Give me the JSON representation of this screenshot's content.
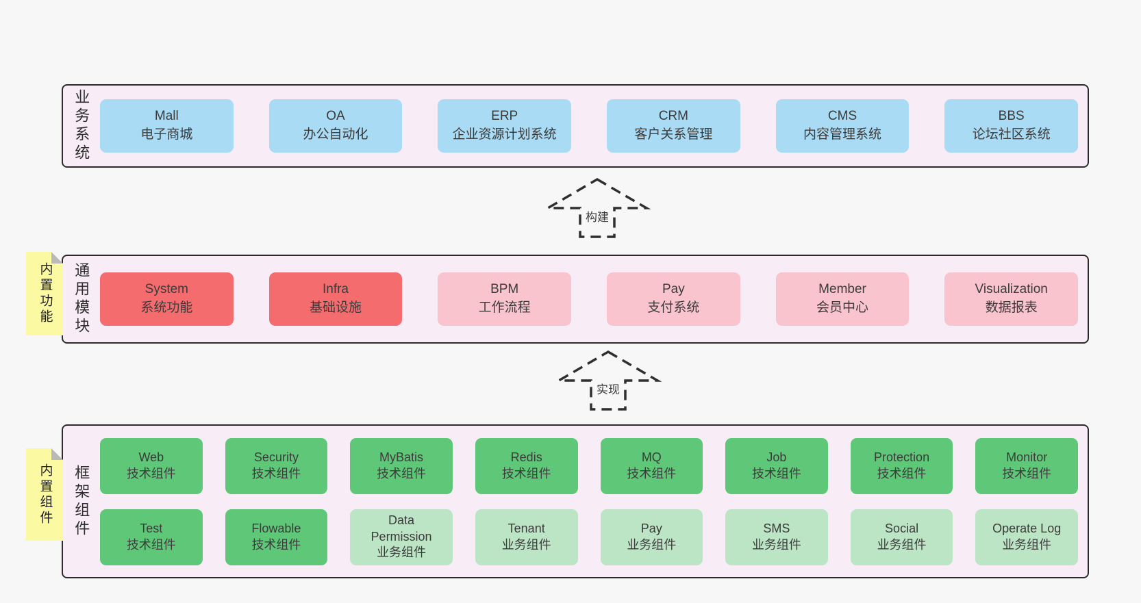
{
  "colors": {
    "page_bg": "#f7f7f7",
    "container_bg": "#f8edf6",
    "container_border": "#2b2b2b",
    "blue": "#a9dbf5",
    "red": "#f56c6f",
    "pink": "#f9c4ce",
    "green": "#5fc878",
    "green_light": "#bce5c5",
    "note_bg": "#fbf9a2",
    "note_fold": "#b9b9b9",
    "text_dark": "#3b3b3b"
  },
  "arrows": [
    {
      "label": "构建"
    },
    {
      "label": "实现"
    }
  ],
  "layers": [
    {
      "label": "业务系统",
      "items": [
        {
          "name": "Mall",
          "desc": "电子商城",
          "variant": "blue"
        },
        {
          "name": "OA",
          "desc": "办公自动化",
          "variant": "blue"
        },
        {
          "name": "ERP",
          "desc": "企业资源计划系统",
          "variant": "blue"
        },
        {
          "name": "CRM",
          "desc": "客户关系管理",
          "variant": "blue"
        },
        {
          "name": "CMS",
          "desc": "内容管理系统",
          "variant": "blue"
        },
        {
          "name": "BBS",
          "desc": "论坛社区系统",
          "variant": "blue"
        }
      ]
    },
    {
      "label": "通用模块",
      "note": "内置功能",
      "items": [
        {
          "name": "System",
          "desc": "系统功能",
          "variant": "red"
        },
        {
          "name": "Infra",
          "desc": "基础设施",
          "variant": "red"
        },
        {
          "name": "BPM",
          "desc": "工作流程",
          "variant": "pink"
        },
        {
          "name": "Pay",
          "desc": "支付系统",
          "variant": "pink"
        },
        {
          "name": "Member",
          "desc": "会员中心",
          "variant": "pink"
        },
        {
          "name": "Visualization",
          "desc": "数据报表",
          "variant": "pink"
        }
      ]
    },
    {
      "label": "框架组件",
      "note": "内置组件",
      "items": [
        {
          "name": "Web",
          "desc": "技术组件",
          "variant": "green"
        },
        {
          "name": "Security",
          "desc": "技术组件",
          "variant": "green"
        },
        {
          "name": "MyBatis",
          "desc": "技术组件",
          "variant": "green"
        },
        {
          "name": "Redis",
          "desc": "技术组件",
          "variant": "green"
        },
        {
          "name": "MQ",
          "desc": "技术组件",
          "variant": "green"
        },
        {
          "name": "Job",
          "desc": "技术组件",
          "variant": "green"
        },
        {
          "name": "Protection",
          "desc": "技术组件",
          "variant": "green"
        },
        {
          "name": "Monitor",
          "desc": "技术组件",
          "variant": "green"
        },
        {
          "name": "Test",
          "desc": "技术组件",
          "variant": "green"
        },
        {
          "name": "Flowable",
          "desc": "技术组件",
          "variant": "green"
        },
        {
          "name": "Data Permission",
          "desc": "业务组件",
          "variant": "green_light"
        },
        {
          "name": "Tenant",
          "desc": "业务组件",
          "variant": "green_light"
        },
        {
          "name": "Pay",
          "desc": "业务组件",
          "variant": "green_light"
        },
        {
          "name": "SMS",
          "desc": "业务组件",
          "variant": "green_light"
        },
        {
          "name": "Social",
          "desc": "业务组件",
          "variant": "green_light"
        },
        {
          "name": "Operate Log",
          "desc": "业务组件",
          "variant": "green_light"
        }
      ]
    }
  ]
}
